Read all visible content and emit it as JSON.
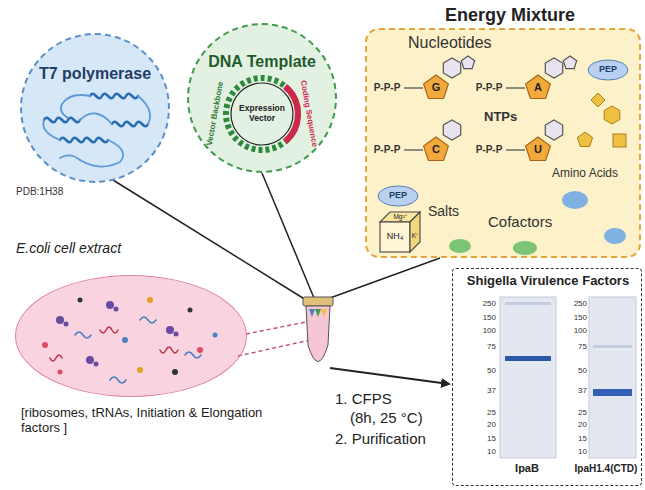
{
  "diagram": {
    "nodes": [
      {
        "text": [
          "T7 polymerase"
        ]
      },
      {
        "text": [
          "DNA Template"
        ]
      },
      {
        "text": [
          "Energy Mixture"
        ]
      },
      {
        "text": [
          "E.coli cell extract",
          "[ribosomes, tRNAs, Initiation & Elongation factors ]"
        ]
      },
      {
        "text": [
          "Shigella Virulence Factors"
        ]
      }
    ],
    "labels": [
      "PDB:1H38",
      "Vector Backbone",
      "Expression Vector",
      "Coding Sequence",
      "Nucleotides",
      "P-P-P",
      "G",
      "P-P-P",
      "A",
      "P-P-P",
      "C",
      "P-P-P",
      "U",
      "NTPs",
      "PEP",
      "PEP",
      "Amino Acids",
      "Salts",
      "Mg²⁺",
      "NH₄",
      "K⁺",
      "Cofactors",
      "1. CFPS",
      "(8h, 25 °C)",
      "2. Purification",
      "250",
      "150",
      "100",
      "75",
      "50",
      "37",
      "25",
      "20",
      "15",
      "10",
      "IpaB",
      "250",
      "150",
      "100",
      "75",
      "50",
      "37",
      "25",
      "20",
      "15",
      "10",
      "IpaH1.4(CTD)"
    ]
  }
}
